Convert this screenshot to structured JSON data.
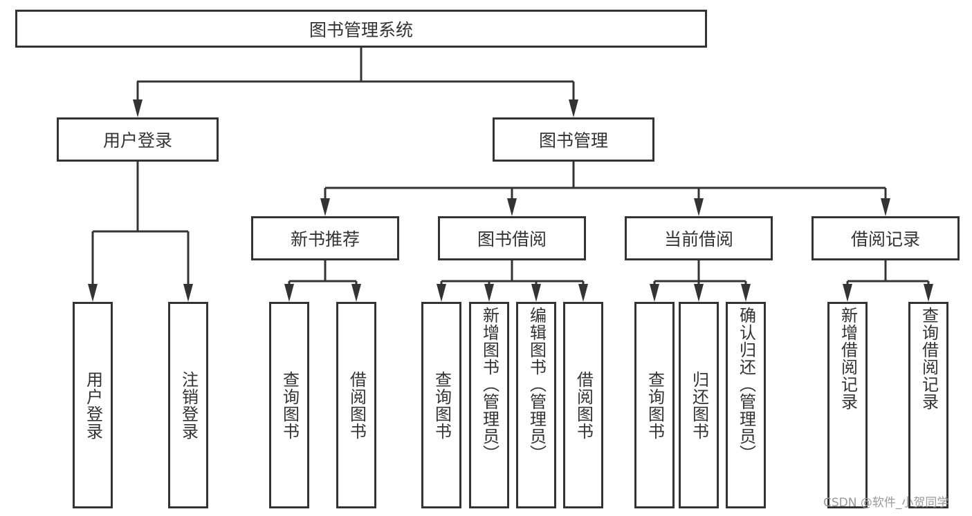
{
  "diagram": {
    "root": {
      "id": "root",
      "label": "图书管理系统"
    },
    "level1": [
      {
        "id": "login",
        "label": "用户登录"
      },
      {
        "id": "book",
        "label": "图书管理"
      }
    ],
    "level2": [
      {
        "id": "new",
        "label": "新书推荐",
        "parent": "book"
      },
      {
        "id": "borrow",
        "label": "图书借阅",
        "parent": "book"
      },
      {
        "id": "current",
        "label": "当前借阅",
        "parent": "book"
      },
      {
        "id": "record",
        "label": "借阅记录",
        "parent": "book"
      }
    ],
    "leaves": [
      {
        "label": "用户登录",
        "parent": "login"
      },
      {
        "label": "注销登录",
        "parent": "login"
      },
      {
        "label": "查询图书",
        "parent": "new"
      },
      {
        "label": "借阅图书",
        "parent": "new"
      },
      {
        "label": "查询图书",
        "parent": "borrow"
      },
      {
        "label": "新增图书（管理员）",
        "parent": "borrow"
      },
      {
        "label": "编辑图书（管理员）",
        "parent": "borrow"
      },
      {
        "label": "借阅图书",
        "parent": "borrow"
      },
      {
        "label": "查询图书",
        "parent": "current"
      },
      {
        "label": "归还图书",
        "parent": "current"
      },
      {
        "label": "确认归还（管理员）",
        "parent": "current"
      },
      {
        "label": "新增借阅记录",
        "parent": "record"
      },
      {
        "label": "查询借阅记录",
        "parent": "record"
      }
    ],
    "line_color": "#333333"
  },
  "watermark": "CSDN @软件_小贺同学"
}
